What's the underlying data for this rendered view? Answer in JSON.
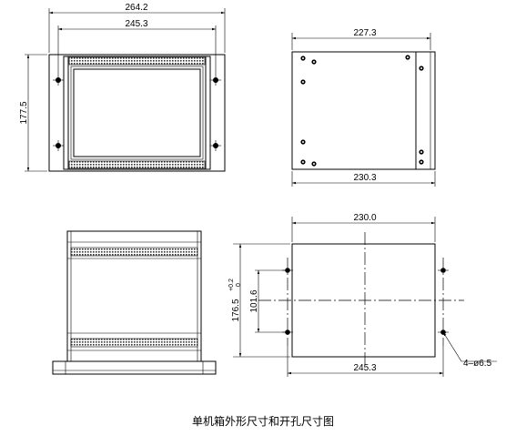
{
  "front_view": {
    "overall_width": "264.2",
    "bolt_spacing": "245.3",
    "height": "177.5"
  },
  "side_view": {
    "top_width": "227.3",
    "bottom_width": "230.3"
  },
  "cutout": {
    "width": "230.0",
    "height_value": "176.5",
    "height_tol_upper": "+0.2",
    "height_tol_lower": "0",
    "hole_vertical_spacing": "101.6",
    "hole_horizontal_spacing": "245.3",
    "hole_callout": "4–ø6.5"
  },
  "caption": "单机箱外形尺寸和开孔尺寸图"
}
